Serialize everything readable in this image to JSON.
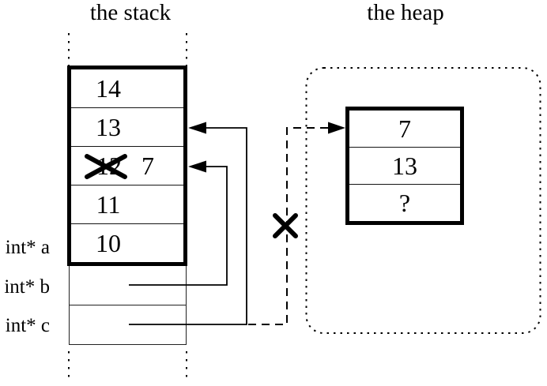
{
  "titles": {
    "stack": "the stack",
    "heap": "the heap"
  },
  "stack": {
    "cells": [
      "14",
      "13",
      "12",
      "11",
      "10"
    ],
    "crossed_out_index": 2,
    "overwrite_value": "7"
  },
  "pointer_labels": [
    "int* a",
    "int* b",
    "int* c"
  ],
  "heap": {
    "cells": [
      "7",
      "13",
      "?"
    ],
    "pointer_invalidated": true
  },
  "colors": {
    "ink": "#000000",
    "background": "#ffffff"
  }
}
